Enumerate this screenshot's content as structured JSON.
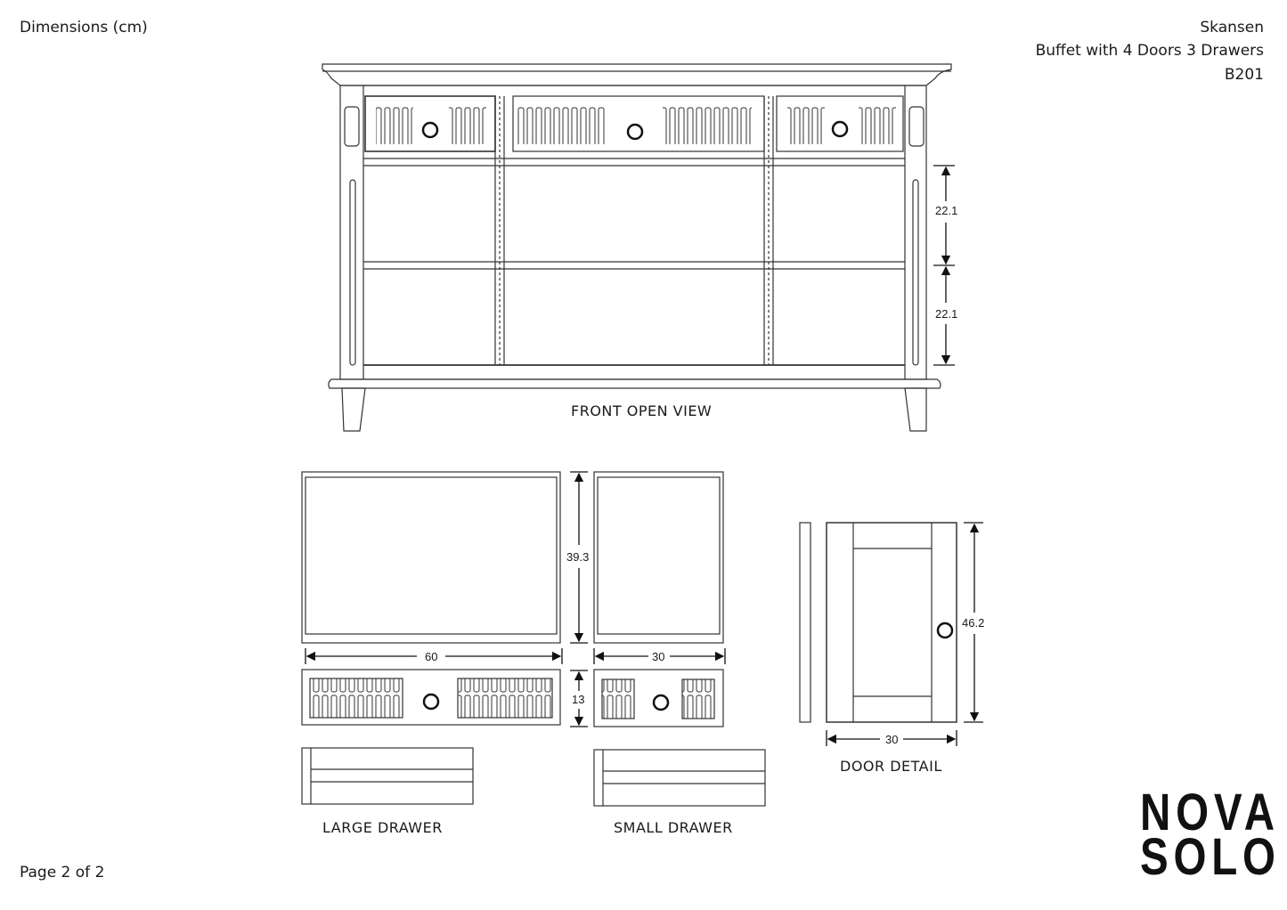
{
  "header": {
    "units_label": "Dimensions (cm)",
    "collection": "Skansen",
    "product_name": "Buffet with 4 Doors 3 Drawers",
    "product_code": "B201"
  },
  "views": {
    "front_open": {
      "caption": "FRONT OPEN VIEW",
      "shelf_height_upper": "22.1",
      "shelf_height_lower": "22.1"
    },
    "large_drawer": {
      "caption": "LARGE DRAWER",
      "width": "60",
      "depth": "39.3",
      "front_height": "13"
    },
    "small_drawer": {
      "caption": "SMALL DRAWER",
      "width": "30"
    },
    "door_detail": {
      "caption": "DOOR DETAIL",
      "width": "30",
      "height": "46.2"
    }
  },
  "footer": {
    "page_indicator": "Page 2 of 2",
    "logo_line1": "NOVA",
    "logo_line2": "SOLO"
  }
}
